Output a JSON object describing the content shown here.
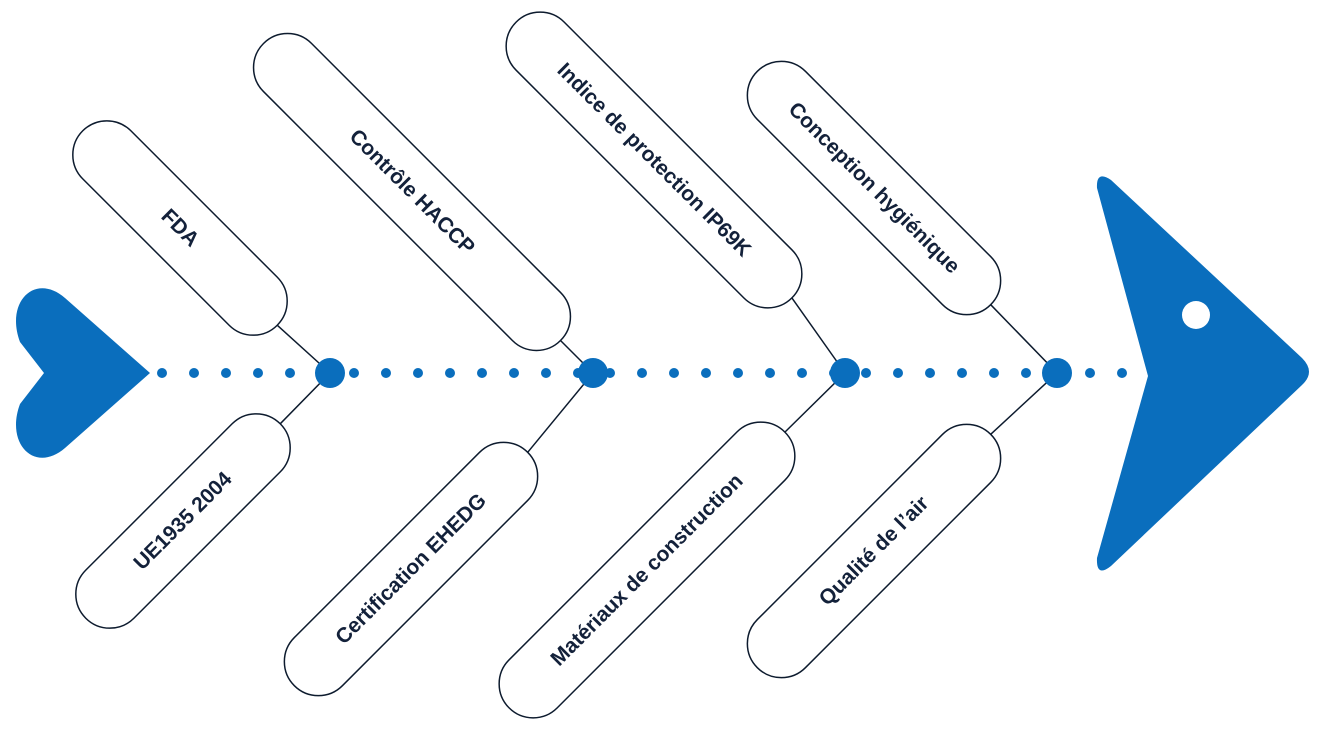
{
  "colors": {
    "accent": "#0a6ebd",
    "outline": "#0d1b2e",
    "text": "#13213a",
    "background": "#ffffff"
  },
  "diagram": {
    "type": "fishbone",
    "head_icon": "fish-head-triangle-icon",
    "tail_icon": "heart-tail-icon",
    "top_labels": [
      "FDA",
      "Contrôle HACCP",
      "Indice de protection IP69K",
      "Conception hygiénique"
    ],
    "bottom_labels": [
      "UE1935 2004",
      "Certification EHEDG",
      "Matériaux de construction",
      "Qualité de l’air"
    ]
  }
}
